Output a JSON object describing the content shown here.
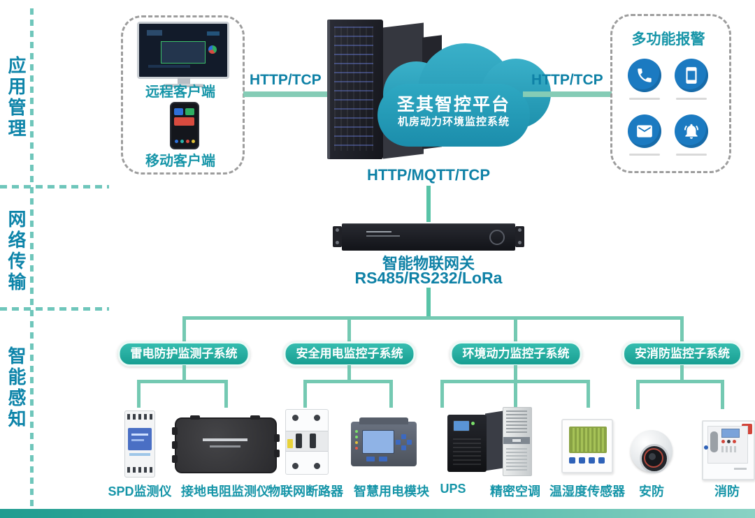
{
  "rail": {
    "sections": [
      "应用管理",
      "网络传输",
      "智能感知"
    ]
  },
  "client_box": {
    "remote_label": "远程客户端",
    "mobile_label": "移动客户端"
  },
  "platform": {
    "title": "圣其智控平台",
    "subtitle": "机房动力环境监控系统"
  },
  "protocols": {
    "left": "HTTP/TCP",
    "right": "HTTP/TCP",
    "center": "HTTP/MQTT/TCP"
  },
  "alarm": {
    "title": "多功能报警",
    "icons": [
      "phone",
      "smartphone",
      "mail",
      "bell"
    ]
  },
  "gateway": {
    "title": "智能物联网关",
    "subtitle": "RS485/RS232/LoRa"
  },
  "subsystems": [
    {
      "label": "雷电防护监测子系统",
      "devices": [
        "SPD监测仪",
        "接地电阻监测仪"
      ]
    },
    {
      "label": "安全用电监控子系统",
      "devices": [
        "物联网断路器",
        "智慧用电模块"
      ]
    },
    {
      "label": "环境动力监控子系统",
      "devices": [
        "UPS",
        "精密空调",
        "温湿度传感器"
      ]
    },
    {
      "label": "安消防监控子系统",
      "devices": [
        "安防",
        "消防"
      ]
    }
  ],
  "colors": {
    "accent_teal": "#1695a8",
    "line_green": "#74c9b2",
    "cloud_teal": "#2aa5bf",
    "pill_teal": "#23ac9f",
    "icon_blue": "#1b7ac1",
    "rail_blue": "#0d84a9"
  }
}
